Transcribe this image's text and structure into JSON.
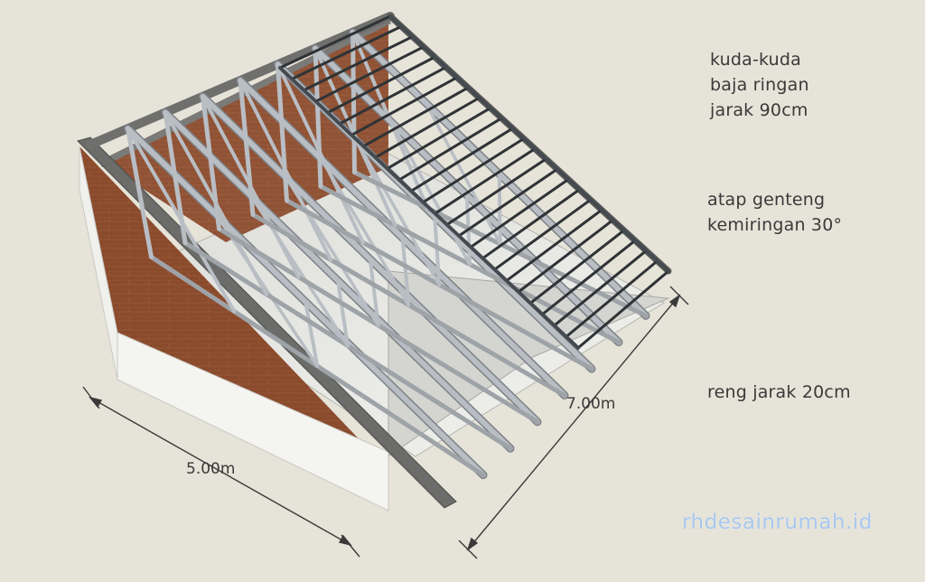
{
  "annotations": {
    "truss": [
      "kuda-kuda",
      "baja ringan",
      "jarak 90cm"
    ],
    "roof": [
      "atap genteng",
      "kemiringan 30°"
    ],
    "batten": [
      "reng jarak 20cm"
    ]
  },
  "dimensions": {
    "width": "5.00m",
    "length": "7.00m"
  },
  "watermark": "rhdesainrumah.id",
  "colors": {
    "background": "#e6e3d8",
    "brick": "#8a4a2c",
    "plaster": "#f4f4f1",
    "steel": "#b9bec4",
    "batten": "#2f3336",
    "text": "#3a3a3a",
    "watermark": "#a8c7ee"
  }
}
